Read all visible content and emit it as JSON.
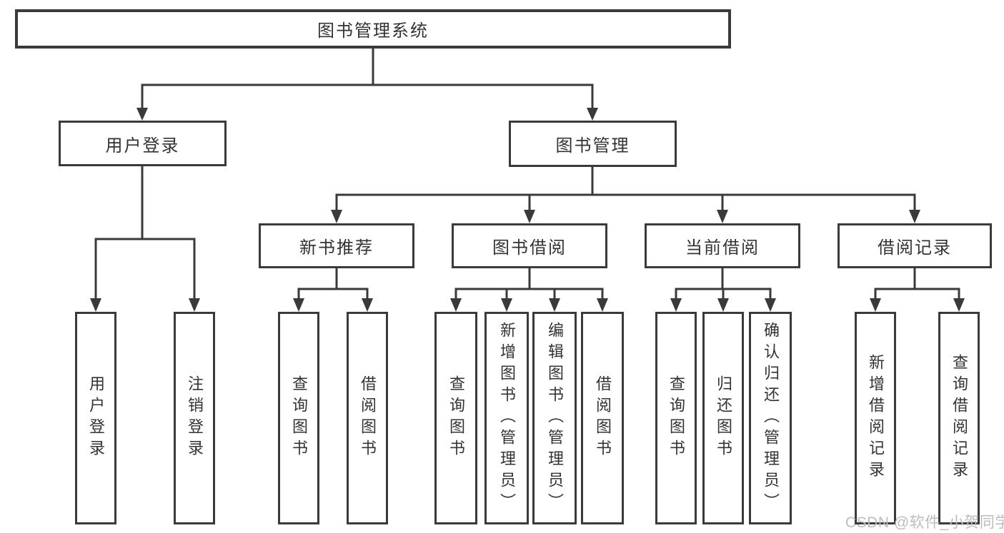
{
  "colors": {
    "line": "#3a3a3a",
    "text": "#333333",
    "node-bg": "#ffffff",
    "watermark": "#bcbcbc",
    "background": "#ffffff"
  },
  "root": {
    "label": "图书管理系统"
  },
  "branches": [
    {
      "label": "用户登录"
    },
    {
      "label": "图书管理"
    }
  ],
  "modules": [
    {
      "label": "新书推荐",
      "parent": "图书管理"
    },
    {
      "label": "图书借阅",
      "parent": "图书管理"
    },
    {
      "label": "当前借阅",
      "parent": "图书管理"
    },
    {
      "label": "借阅记录",
      "parent": "图书管理"
    }
  ],
  "functions": [
    {
      "label": "用户登录",
      "parent": "用户登录"
    },
    {
      "label": "注销登录",
      "parent": "用户登录"
    },
    {
      "label": "查询图书",
      "parent": "新书推荐"
    },
    {
      "label": "借阅图书",
      "parent": "新书推荐"
    },
    {
      "label": "查询图书",
      "parent": "图书借阅"
    },
    {
      "label": "新增图书（管理员）",
      "parent": "图书借阅"
    },
    {
      "label": "编辑图书（管理员）",
      "parent": "图书借阅"
    },
    {
      "label": "借阅图书",
      "parent": "图书借阅"
    },
    {
      "label": "查询图书",
      "parent": "当前借阅"
    },
    {
      "label": "归还图书",
      "parent": "当前借阅"
    },
    {
      "label": "确认归还（管理员）",
      "parent": "当前借阅"
    },
    {
      "label": "新增借阅记录",
      "parent": "借阅记录"
    },
    {
      "label": "查询借阅记录",
      "parent": "借阅记录"
    }
  ],
  "watermark": {
    "text": "CSDN @软件_小贺同学"
  }
}
